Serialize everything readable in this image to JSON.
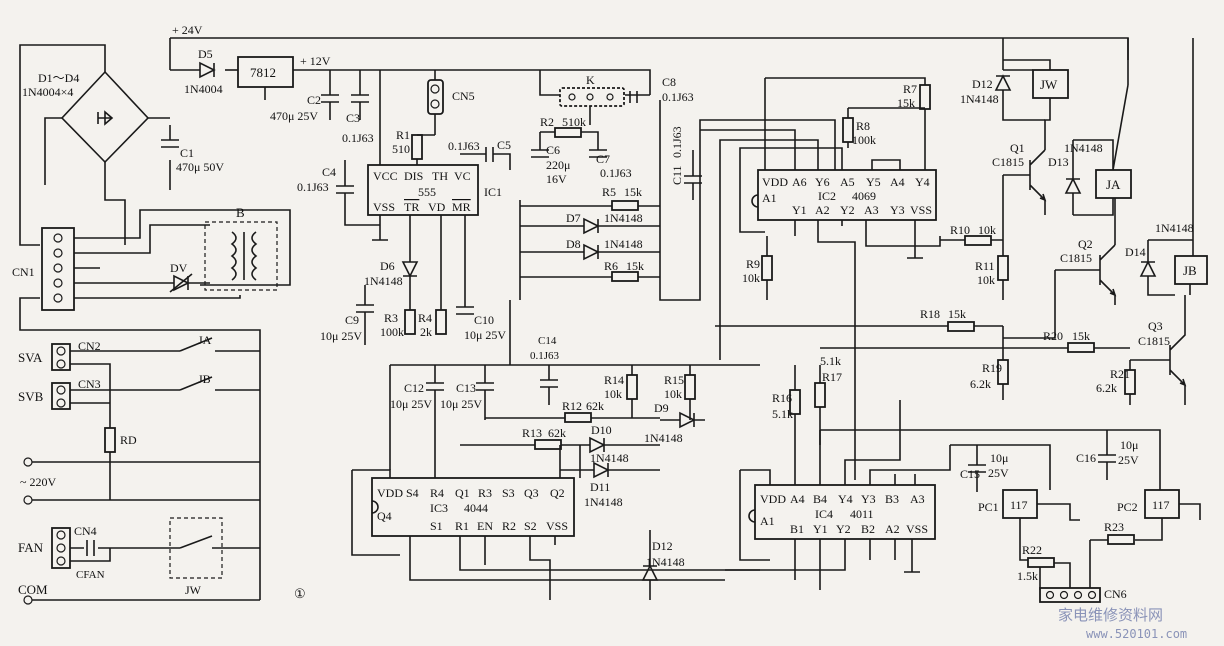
{
  "figure_number": "①",
  "supply": {
    "v24": "+ 24V",
    "v12": "+ 12V",
    "ac": "~ 220V"
  },
  "bridge": {
    "label1": "D1～D4",
    "label2": "1N4004×4"
  },
  "d5": {
    "name": "D5",
    "part": "1N4004"
  },
  "reg": {
    "name": "7812"
  },
  "c1": {
    "name": "C1",
    "val": "470μ 50V"
  },
  "c2": {
    "name": "C2",
    "val": "470μ 25V"
  },
  "c3": {
    "name": "C3",
    "val": "0.1J63"
  },
  "c4": {
    "name": "C4",
    "val": "0.1J63"
  },
  "c5": {
    "name": "C5",
    "val": "0.1J63"
  },
  "c6": {
    "name": "C6",
    "val1": "220μ",
    "val2": "16V"
  },
  "c7": {
    "name": "C7",
    "val": "0.1J63"
  },
  "c8": {
    "name": "C8",
    "val": "0.1J63"
  },
  "c9": {
    "name": "C9",
    "val": "10μ 25V"
  },
  "c10": {
    "name": "C10",
    "val": "10μ 25V"
  },
  "c11": {
    "name": "C11",
    "val": "0.1J63"
  },
  "c12": {
    "name": "C12",
    "val": "10μ 25V"
  },
  "c13": {
    "name": "C13",
    "val": "10μ 25V"
  },
  "c14": {
    "name": "C14",
    "val": "0.1J63"
  },
  "c15": {
    "name": "C15",
    "val1": "10μ",
    "val2": "25V"
  },
  "c16": {
    "name": "C16",
    "val1": "10μ",
    "val2": "25V"
  },
  "r1": {
    "name": "R1",
    "val": "510"
  },
  "r2": {
    "name": "R2",
    "val": "510k"
  },
  "r3": {
    "name": "R3",
    "val": "100k"
  },
  "r4": {
    "name": "R4",
    "val": "2k"
  },
  "r5": {
    "name": "R5",
    "val": "15k"
  },
  "r6": {
    "name": "R6",
    "val": "15k"
  },
  "r7": {
    "name": "R7",
    "val": "15k"
  },
  "r8": {
    "name": "R8",
    "val": "100k"
  },
  "r9": {
    "name": "R9",
    "val": "10k"
  },
  "r10": {
    "name": "R10",
    "val": "10k"
  },
  "r11": {
    "name": "R11",
    "val": "10k"
  },
  "r12": {
    "name": "R12",
    "val": "62k"
  },
  "r13": {
    "name": "R13",
    "val": "62k"
  },
  "r14": {
    "name": "R14",
    "val": "10k"
  },
  "r15": {
    "name": "R15",
    "val": "10k"
  },
  "r16": {
    "name": "R16",
    "val": "5.1k"
  },
  "r17": {
    "name": "R17",
    "val": "5.1k"
  },
  "r18": {
    "name": "R18",
    "val": "15k"
  },
  "r19": {
    "name": "R19",
    "val": "6.2k"
  },
  "r20": {
    "name": "R20",
    "val": "15k"
  },
  "r21": {
    "name": "R21",
    "val": "6.2k"
  },
  "r22": {
    "name": "R22",
    "val": "1.5k"
  },
  "r23": {
    "name": "R23"
  },
  "d6": {
    "name": "D6",
    "part": "1N4148"
  },
  "d7": {
    "name": "D7",
    "part": "1N4148"
  },
  "d8": {
    "name": "D8",
    "part": "1N4148"
  },
  "d9": {
    "name": "D9",
    "part": "1N4148"
  },
  "d10": {
    "name": "D10",
    "part": "1N4148"
  },
  "d11": {
    "name": "D11",
    "part": "1N4148"
  },
  "d12a": {
    "name": "D12",
    "part": "1N4148"
  },
  "d12b": {
    "name": "D12",
    "part": "1N4148"
  },
  "d13": {
    "name": "D13",
    "part": "1N4148"
  },
  "d14": {
    "name": "D14",
    "part": "1N4148"
  },
  "q1": {
    "name": "Q1",
    "part": "C1815"
  },
  "q2": {
    "name": "Q2",
    "part": "C1815"
  },
  "q3": {
    "name": "Q3",
    "part": "C1815"
  },
  "relays": {
    "jw": "JW",
    "ja": "JA",
    "jb": "JB"
  },
  "ic1": {
    "ref": "IC1",
    "part": "555",
    "vcc": "VCC",
    "dis": "DIS",
    "th": "TH",
    "vc": "VC",
    "vss": "VSS",
    "tr": "TR",
    "vd": "VD",
    "mr": "MR"
  },
  "ic2": {
    "ref": "IC2",
    "part": "4069",
    "top": [
      "VDD",
      "A6",
      "Y6",
      "A5",
      "Y5",
      "A4",
      "Y4"
    ],
    "bot": [
      "A1",
      "Y1",
      "A2",
      "Y2",
      "A3",
      "Y3",
      "VSS"
    ]
  },
  "ic3": {
    "ref": "IC3",
    "part": "4044",
    "top": [
      "VDD",
      "S4",
      "R4",
      "Q1",
      "R3",
      "S3",
      "Q3",
      "Q2"
    ],
    "bot": [
      "Q4",
      "S1",
      "R1",
      "EN",
      "R2",
      "S2",
      "VSS"
    ]
  },
  "ic4": {
    "ref": "IC4",
    "part": "4011",
    "top": [
      "VDD",
      "A4",
      "B4",
      "Y4",
      "Y3",
      "B3",
      "A3"
    ],
    "bot": [
      "A1",
      "B1",
      "Y1",
      "Y2",
      "B2",
      "A2",
      "VSS"
    ]
  },
  "opto": {
    "pc1": "PC1",
    "pc2": "PC2",
    "part": "117"
  },
  "connectors": {
    "cn1": "CN1",
    "cn2": "CN2",
    "cn3": "CN3",
    "cn4": "CN4",
    "cn5": "CN5",
    "cn6": "CN6",
    "k": "K"
  },
  "misc": {
    "b": "B",
    "dv": "DV",
    "rd": "RD",
    "cfan": "CFAN",
    "jw_sw": "JW",
    "ja_sw": "JA",
    "jb_sw": "JB"
  },
  "loads": {
    "sva": "SVA",
    "svb": "SVB",
    "fan": "FAN",
    "com": "COM"
  },
  "watermark": {
    "text": "家电维修资料网",
    "url": "www.520101.com"
  }
}
